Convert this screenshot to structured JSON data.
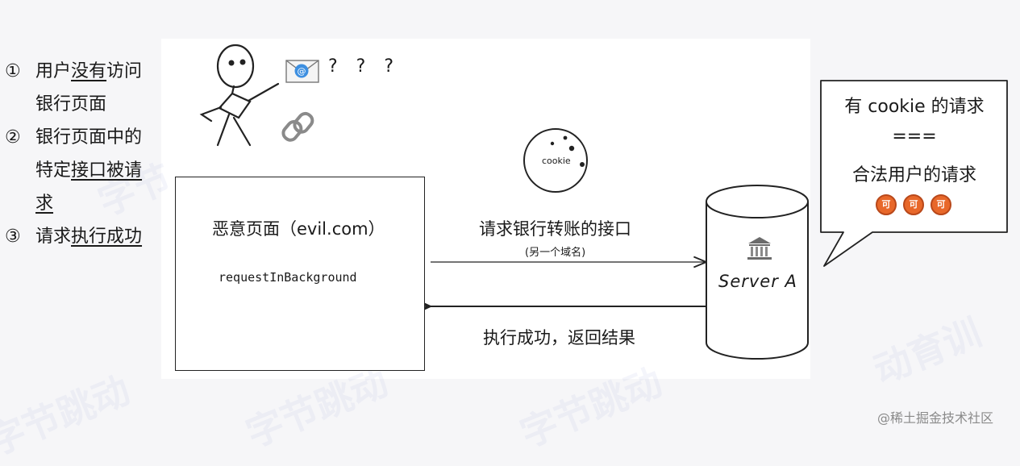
{
  "steps": [
    {
      "num": "①",
      "line1_a": "用户",
      "line1_u": "没有",
      "line1_b": "访问",
      "line2": "银行页面"
    },
    {
      "num": "②",
      "line1": "银行页面中的",
      "line2_a": "特定",
      "line2_u": "接口",
      "line2_b": "被请",
      "line3": "求"
    },
    {
      "num": "③",
      "line1_a": "请求",
      "line1_u": "执行成功"
    }
  ],
  "qmarks": "? ? ?",
  "evil": {
    "title": "恶意页面（evil.com）",
    "code": "requestInBackground"
  },
  "cookie_label": "cookie",
  "request": {
    "label": "请求银行转账的接口",
    "sub": "(另一个域名)"
  },
  "response": {
    "label": "执行成功，返回结果"
  },
  "server": {
    "label": "Server A"
  },
  "bubble": {
    "line1": "有 cookie 的请求",
    "line2": "===",
    "line3": "合法用户的请求",
    "badge": "可"
  },
  "credit": "@稀土掘金技术社区",
  "colors": {
    "badge": "#e8682a",
    "mail": "#3d8fe0",
    "line": "#222222"
  }
}
